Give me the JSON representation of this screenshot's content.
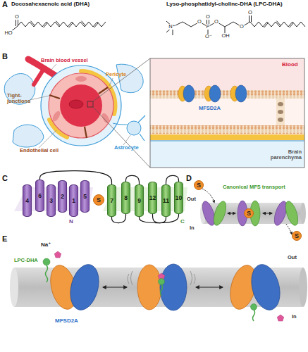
{
  "diagram": {
    "nodes": [
      {
        "text": [
          "4"
        ]
      },
      {
        "text": [
          "6"
        ]
      },
      {
        "text": [
          "3"
        ]
      },
      {
        "text": [
          "2"
        ]
      },
      {
        "text": [
          "1"
        ]
      },
      {
        "text": [
          "5"
        ]
      },
      {
        "text": [
          "S"
        ]
      },
      {
        "text": [
          "7"
        ]
      },
      {
        "text": [
          "8"
        ]
      },
      {
        "text": [
          "9"
        ]
      },
      {
        "text": [
          "12"
        ]
      },
      {
        "text": [
          "11"
        ]
      },
      {
        "text": [
          "10"
        ]
      },
      {
        "text": [
          "S"
        ]
      },
      {
        "text": [
          "S"
        ]
      },
      {
        "text": [
          "S"
        ]
      }
    ],
    "edges": [
      {
        "from": 1,
        "to": 7,
        "arrow": "none"
      },
      {
        "from": 7,
        "to": 8,
        "arrow": "none"
      },
      {
        "from": 8,
        "to": 9,
        "arrow": "none"
      },
      {
        "from": 9,
        "to": 12,
        "arrow": "none"
      },
      {
        "from": 12,
        "to": 11,
        "arrow": "none"
      },
      {
        "from": 11,
        "to": 10,
        "arrow": "none"
      }
    ],
    "labels": [
      "A",
      "Docosahexaenoic acid (DHA)",
      "Lyso-phosphatidyl-choline-DHA (LPC-DHA)",
      "O",
      "HO",
      "N⁺",
      "O",
      "O",
      "P",
      "O⁻",
      "O",
      "OH",
      "O",
      "O",
      "B",
      "Brain blood vessel",
      "Pericyte",
      "Tight-junctions",
      "Endothelial cell",
      "Astrocyte",
      "Blood",
      "MFSD2A",
      "Brain parenchyma",
      "C",
      "N",
      "C",
      "D",
      "Out",
      "Canonical MFS transport",
      "In",
      "E",
      "Na⁺",
      "LPC-DHA",
      "MFSD2A",
      "Out",
      "In"
    ]
  }
}
